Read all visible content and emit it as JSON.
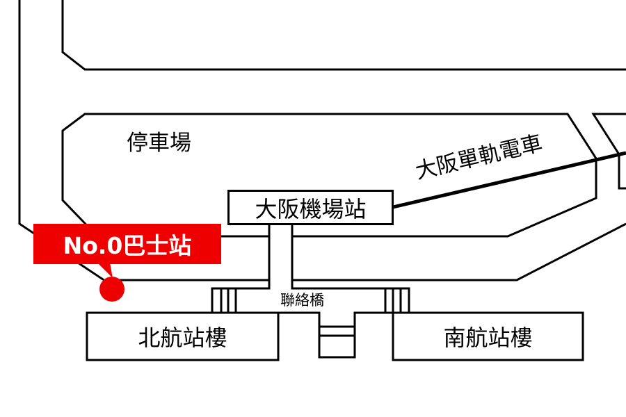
{
  "map": {
    "parking_label": "停車場",
    "station_label": "大阪機場站",
    "monorail_label": "大阪單軌電車",
    "bridge_label": "聯絡橋",
    "north_terminal_label": "北航站樓",
    "south_terminal_label": "南航站樓",
    "bus_stop_label": "No.0巴士站",
    "colors": {
      "marker": "#ee0000",
      "lines": "#000000"
    }
  }
}
